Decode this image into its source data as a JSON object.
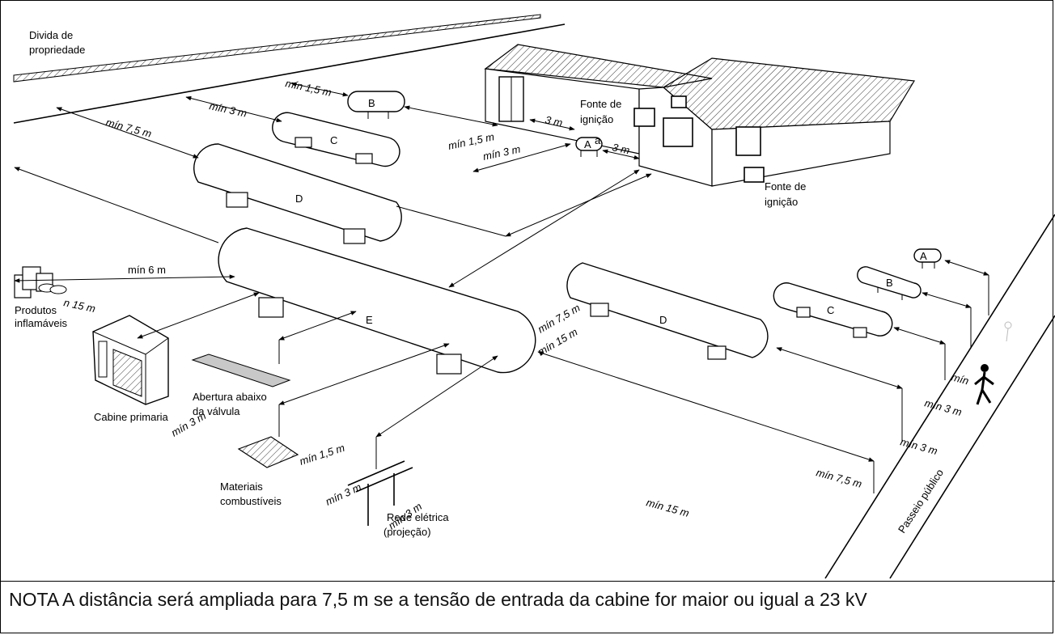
{
  "labels": {
    "property_line": [
      "Divida de",
      "propriedade"
    ],
    "ignition_1": [
      "Fonte de",
      "ignição"
    ],
    "ignition_2": [
      "Fonte de",
      "ignição"
    ],
    "flammables": [
      "Produtos",
      "inflamáveis"
    ],
    "primary_cabin": "Cabine primaria",
    "valve_opening": [
      "Abertura abaixo",
      "da válvula"
    ],
    "combustibles": [
      "Materiais",
      "combustíveis"
    ],
    "power_line": [
      "Rede elétrica",
      "(projeção)"
    ],
    "sidewalk": "Passeio público"
  },
  "tanks": {
    "a_small": "A",
    "a_small_sub": "a",
    "b_top": "B",
    "c_top": "C",
    "d_top": "D",
    "e_main": "E",
    "d_right": "D",
    "c_right": "C",
    "b_right": "B",
    "a_right": "A"
  },
  "dimensions": {
    "b_property": "mín 1,5 m",
    "c_property": "mín 3 m",
    "d_property": "mín 7,5 m",
    "b_house": "mín 1,5 m",
    "three_m_house": "3 m",
    "c_house": "mín 3 m",
    "a_house": "3 m",
    "flammables": "mín 6 m",
    "flammables_15": "n 15 m",
    "e_right": "mín 7,5 m",
    "e_right_15": "mín 15 m",
    "valve": "mín 3 m",
    "combustibles": "mín 1,5 m",
    "power_1": "mín 3 m",
    "power_2": "mín 3 m",
    "street_a": "mín",
    "street_b": "mín 3 m",
    "street_c": "mín 3 m",
    "street_d": "mín 7,5 m",
    "ground_15": "mín 15 m"
  },
  "note": "NOTA A distância será ampliada para 7,5 m se a tensão de entrada da cabine for maior ou igual a 23 kV"
}
